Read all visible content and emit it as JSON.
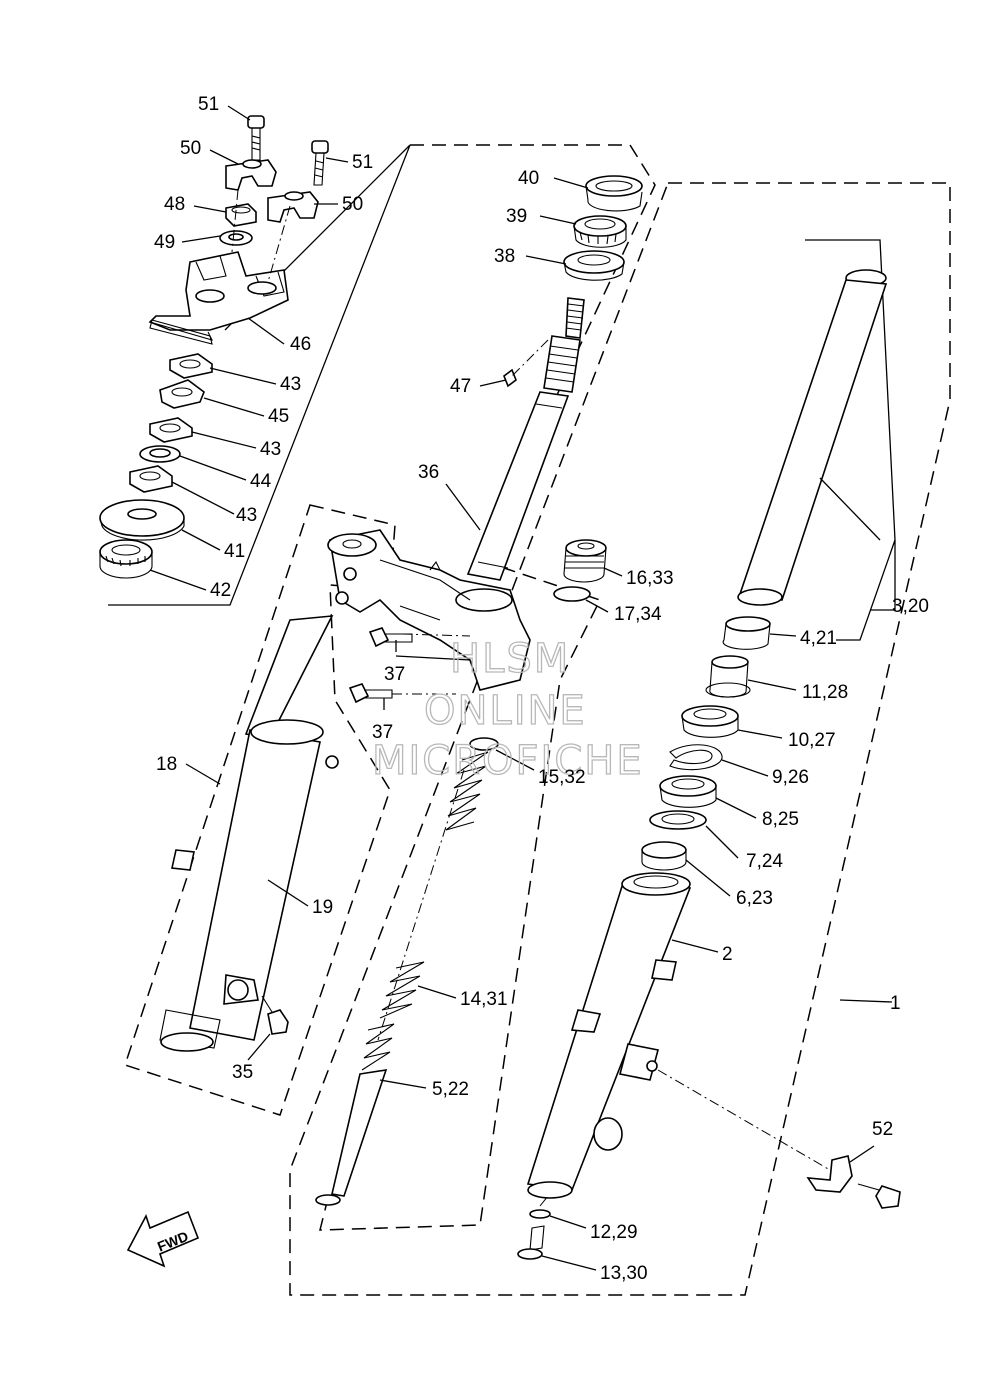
{
  "diagram": {
    "labels": {
      "p51a": "51",
      "p50a": "50",
      "p51b": "51",
      "p50b": "50",
      "p48": "48",
      "p49": "49",
      "p46": "46",
      "p43a": "43",
      "p45": "45",
      "p43b": "43",
      "p44": "44",
      "p43c": "43",
      "p41": "41",
      "p42": "42",
      "p40": "40",
      "p39": "39",
      "p38": "38",
      "p47": "47",
      "p36": "36",
      "p16_33": "16,33",
      "p17_34": "17,34",
      "p37a": "37",
      "p37b": "37",
      "p15_32": "15,32",
      "p18": "18",
      "p19": "19",
      "p35": "35",
      "p14_31": "14,31",
      "p5_22": "5,22",
      "p3_20": "3,20",
      "p4_21": "4,21",
      "p11_28": "11,28",
      "p10_27": "10,27",
      "p9_26": "9,26",
      "p8_25": "8,25",
      "p7_24": "7,24",
      "p6_23": "6,23",
      "p2": "2",
      "p1": "1",
      "p52": "52",
      "p12_29": "12,29",
      "p13_30": "13,30"
    },
    "fwd_label": "FWD",
    "watermark": {
      "line1": "HLSM",
      "line2": "ONLINE",
      "line3": "MICROFICHE"
    }
  }
}
